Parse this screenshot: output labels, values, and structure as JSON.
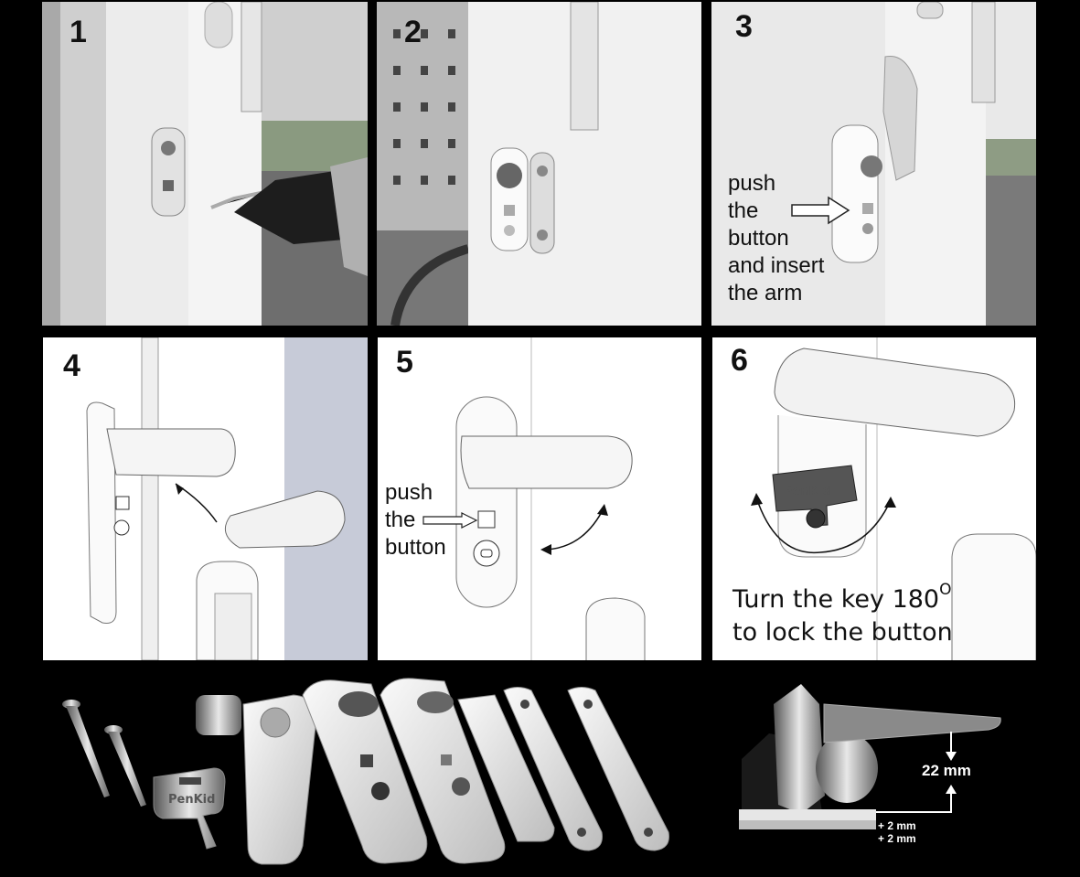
{
  "steps": [
    {
      "number": "1"
    },
    {
      "number": "2"
    },
    {
      "number": "3",
      "caption": "push\nthe\nbutton\nand insert\nthe arm"
    },
    {
      "number": "4"
    },
    {
      "number": "5",
      "caption": "push\nthe\nbutton"
    },
    {
      "number": "6",
      "caption_line1": "Turn the key 180",
      "caption_sup": "O",
      "caption_line2": "to lock the button"
    }
  ],
  "parts": {
    "key_brand": "PenKid",
    "dimension_main": "22 mm",
    "dimension_extra1": "+ 2 mm",
    "dimension_extra2": "+ 2 mm"
  }
}
